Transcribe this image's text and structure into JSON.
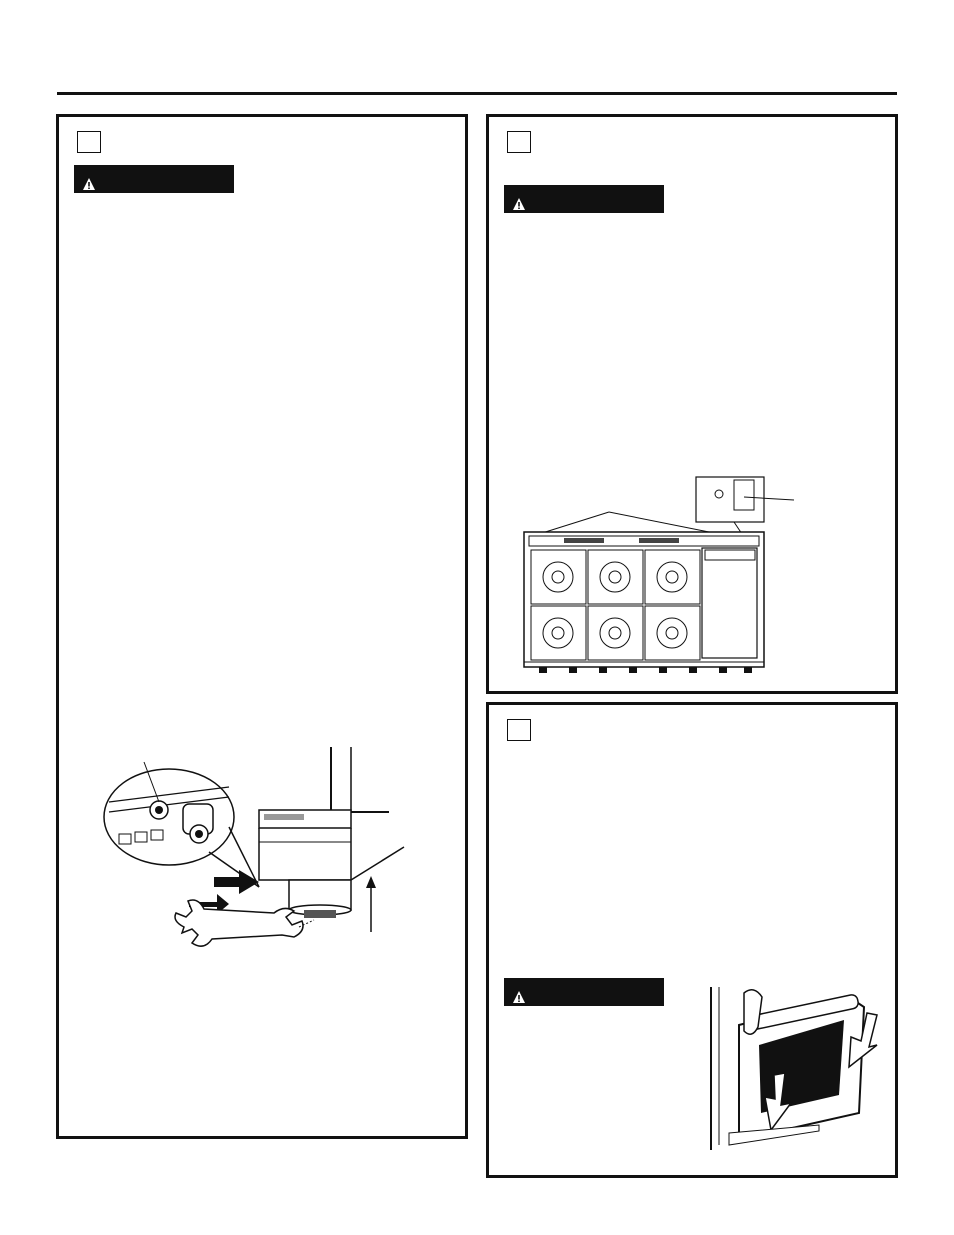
{
  "page": {
    "header_rule": true
  },
  "panels": [
    {
      "id": "left",
      "warning_label": "",
      "warning_icon": "warning-triangle-icon",
      "illustration": "wrench-leveling-leg"
    },
    {
      "id": "top-right",
      "warning_label": "",
      "warning_icon": "warning-triangle-icon",
      "illustration": "cooktop-top-view"
    },
    {
      "id": "bottom-right",
      "warning_label": "",
      "warning_icon": "warning-triangle-icon",
      "illustration": "oven-door-removal"
    }
  ],
  "colors": {
    "ink": "#111111",
    "paper": "#ffffff"
  }
}
